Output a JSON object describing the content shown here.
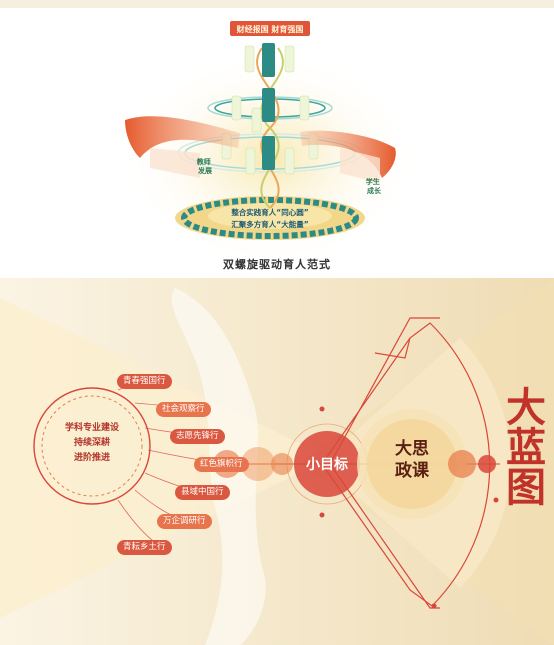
{
  "top_diagram": {
    "title_banner": "财经报国 财育强国",
    "caption": "双螺旋驱动育人范式",
    "base_line1": "整合实践育人“同心圆”",
    "base_line2": "汇聚多方育人“大能量”",
    "left_label": "教师\n发展",
    "right_label": "学生\n成长"
  },
  "bottom_diagram": {
    "circle_text": [
      "学科专业建设",
      "持续深耕",
      "进阶推进"
    ],
    "actions": [
      "青春强国行",
      "社会观察行",
      "志愿先锋行",
      "红色旗帜行",
      "县域中国行",
      "万企调研行",
      "青耘乡土行"
    ],
    "small_goal": "小目标",
    "big_course": "大思\n政课",
    "big_blueprint": "大蓝图"
  },
  "colors": {
    "accent_red": "#d9473a",
    "accent_orange": "#e8804d",
    "teal": "#2d8b86",
    "gold": "#e6c27a"
  }
}
